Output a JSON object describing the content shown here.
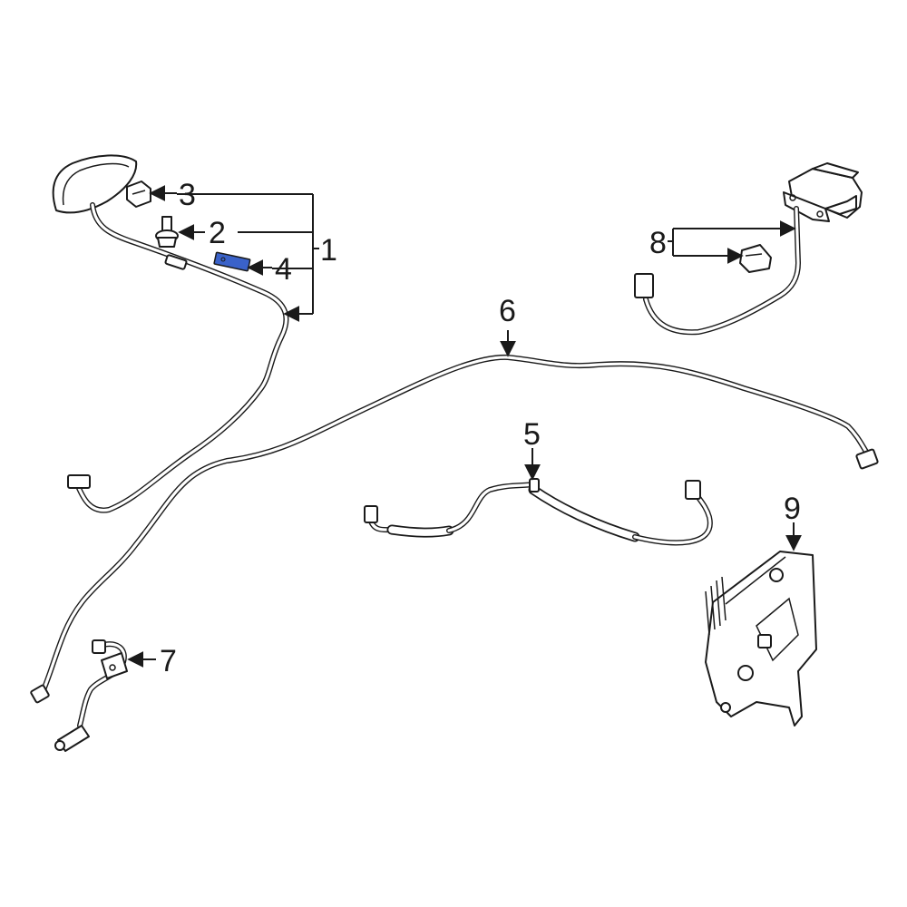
{
  "diagram": {
    "highlight_color": "#3a62c9",
    "callouts": [
      {
        "id": "1",
        "label": "1"
      },
      {
        "id": "2",
        "label": "2"
      },
      {
        "id": "3",
        "label": "3"
      },
      {
        "id": "4",
        "label": "4"
      },
      {
        "id": "5",
        "label": "5"
      },
      {
        "id": "6",
        "label": "6"
      },
      {
        "id": "7",
        "label": "7"
      },
      {
        "id": "8",
        "label": "8"
      },
      {
        "id": "9",
        "label": "9"
      }
    ]
  }
}
